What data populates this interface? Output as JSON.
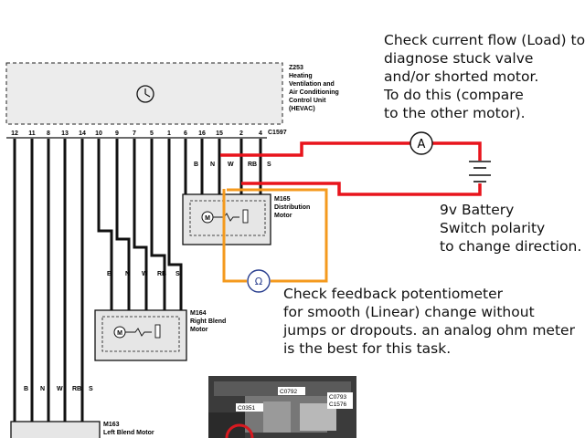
{
  "hevac": {
    "id": "Z253",
    "lines": [
      "Heating",
      "Ventilation and",
      "Air Conditioning",
      "Control Unit",
      "(HEVAC)"
    ],
    "connector": "C1597",
    "pins": [
      "12",
      "11",
      "8",
      "13",
      "14",
      "10",
      "9",
      "7",
      "5",
      "1",
      "6",
      "16",
      "15",
      "2",
      "4"
    ]
  },
  "m165": {
    "id": "M165",
    "line1": "Distribution",
    "line2": "Motor",
    "wires": [
      "B",
      "N",
      "W",
      "RB",
      "S"
    ]
  },
  "m164": {
    "id": "M164",
    "line1": "Right Blend",
    "line2": "Motor",
    "wires": [
      "B",
      "N",
      "W",
      "RB",
      "S"
    ]
  },
  "m163": {
    "id": "M163",
    "line1": "Left Blend Motor",
    "wires": [
      "B",
      "N",
      "W",
      "RB",
      "S"
    ]
  },
  "meters": {
    "ammeter": "A",
    "ohmmeter": "Ω"
  },
  "notes": {
    "current": [
      "Check current flow (Load) to",
      "diagnose stuck valve",
      "and/or shorted motor.",
      "To do this (compare",
      "to the other motor)."
    ],
    "battery": [
      "9v Battery",
      "Switch polarity",
      "to change direction."
    ],
    "feedback": [
      "Check feedback potentiometer",
      "for smooth (Linear) change without",
      "jumps or dropouts. an analog ohm meter",
      "is the best for this task."
    ]
  },
  "photo": {
    "labels": [
      "C0351",
      "C0792",
      "C0793",
      "C1576"
    ]
  },
  "colors": {
    "test_lead_red": "#e8141c",
    "test_lead_orange": "#f49a1e",
    "meter_blue": "#2a3f8f"
  }
}
